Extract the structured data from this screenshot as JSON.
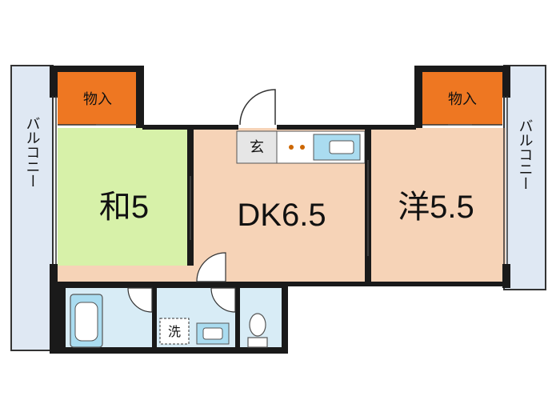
{
  "rooms": {
    "washitsu": {
      "label": "和5",
      "color": "#d7f1a9"
    },
    "dk": {
      "label": "DK6.5",
      "color": "#f6d3b7"
    },
    "yoshitsu": {
      "label": "洋5.5",
      "color": "#f6d3b7"
    },
    "storage_left": {
      "label": "物入",
      "color": "#ee7722"
    },
    "storage_right": {
      "label": "物入",
      "color": "#ee7722"
    },
    "entrance": {
      "label": "玄"
    },
    "washer": {
      "label": "洗"
    },
    "balcony_left": {
      "label": "バルコニー",
      "color": "#dfe8f3"
    },
    "balcony_right": {
      "label": "バルコニー",
      "color": "#dfe8f3"
    }
  },
  "colors": {
    "wall": "#1a1a1a",
    "wet_area": "#d8ecf6",
    "fixture": "#aadcf0"
  }
}
